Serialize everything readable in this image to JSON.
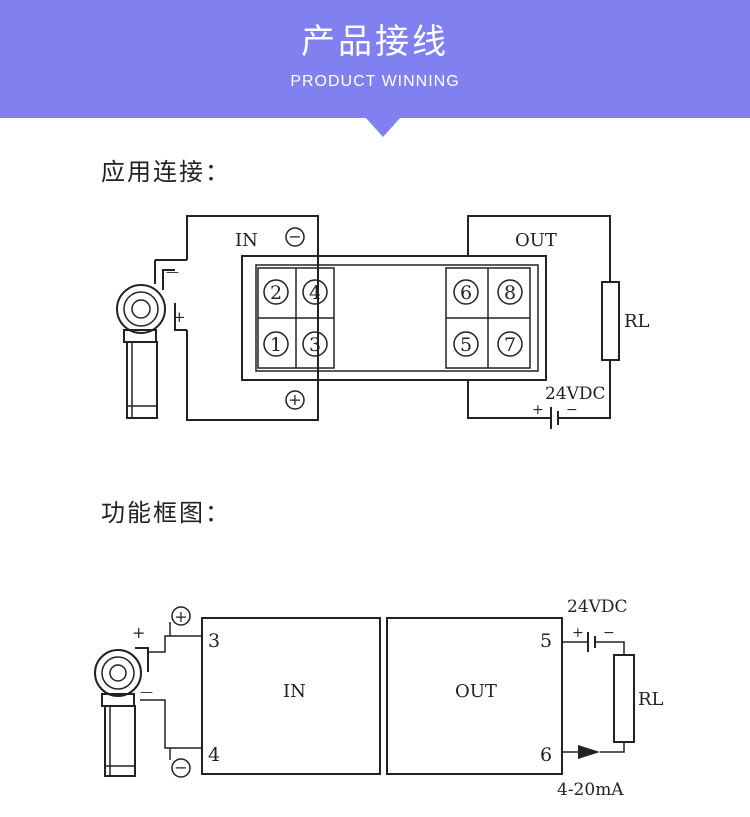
{
  "header": {
    "title": "产品接线",
    "subtitle": "PRODUCT  WINNING",
    "accent_color": "#8180f1"
  },
  "sections": [
    {
      "heading": "应用连接："
    },
    {
      "heading": "功能框图："
    }
  ],
  "wiring_diagram": {
    "in_label": "IN",
    "out_label": "OUT",
    "terminals_left": [
      "2",
      "4",
      "1",
      "3"
    ],
    "terminals_right": [
      "6",
      "8",
      "5",
      "7"
    ],
    "load_label": "RL",
    "supply_label": "24VDC",
    "minus_sign": "−",
    "plus_sign": "+",
    "sensor_minus": "—",
    "sensor_plus": "+"
  },
  "block_diagram": {
    "in_label": "IN",
    "out_label": "OUT",
    "pin_3": "3",
    "pin_4": "4",
    "pin_5": "5",
    "pin_6": "6",
    "supply_label": "24VDC",
    "load_label": "RL",
    "output_label": "4-20mA",
    "plus_sign": "+",
    "minus_sign": "−",
    "sensor_plus": "+",
    "sensor_minus": "—"
  }
}
